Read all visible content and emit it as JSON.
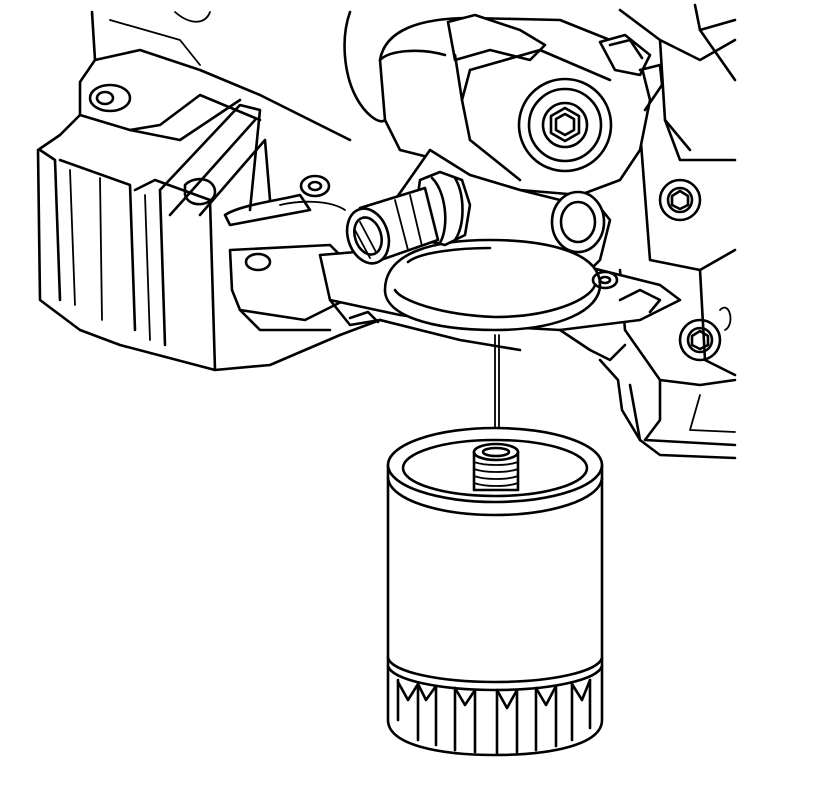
{
  "figure": {
    "background": "#ffffff",
    "line_color": "#000000",
    "components": {
      "engine_block": "engine-block",
      "oil_filter_adapter": "oil-filter-adapter",
      "oil_cooler_fitting": "oil-cooler-fitting",
      "adapter_mounting_bolt": "bolt-icon",
      "oil_filter": "oil-filter",
      "filter_threaded_nipple": "threaded-nipple",
      "installation_direction": "alignment-line"
    }
  }
}
